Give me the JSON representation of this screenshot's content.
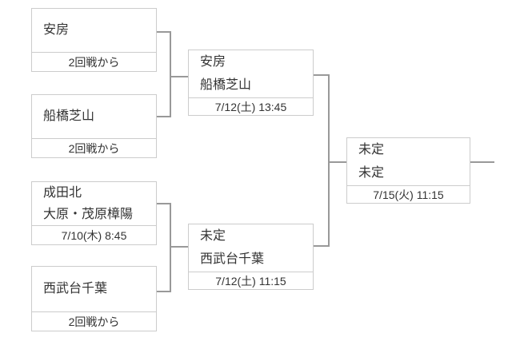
{
  "colors": {
    "background": "#ffffff",
    "box_border": "#cccccc",
    "connector": "#999999",
    "text": "#333333"
  },
  "bracket": {
    "boxes": [
      {
        "teams": [
          "安房"
        ],
        "footer": "2回戦から"
      },
      {
        "teams": [
          "船橋芝山"
        ],
        "footer": "2回戦から"
      },
      {
        "teams": [
          "成田北",
          "大原・茂原樟陽"
        ],
        "footer": "7/10(木) 8:45"
      },
      {
        "teams": [
          "西武台千葉"
        ],
        "footer": "2回戦から"
      },
      {
        "teams": [
          "安房",
          "船橋芝山"
        ],
        "footer": "7/12(土) 13:45"
      },
      {
        "teams": [
          "未定",
          "西武台千葉"
        ],
        "footer": "7/12(土) 11:15"
      },
      {
        "teams": [
          "未定",
          "未定"
        ],
        "footer": "7/15(火) 11:15"
      }
    ]
  }
}
